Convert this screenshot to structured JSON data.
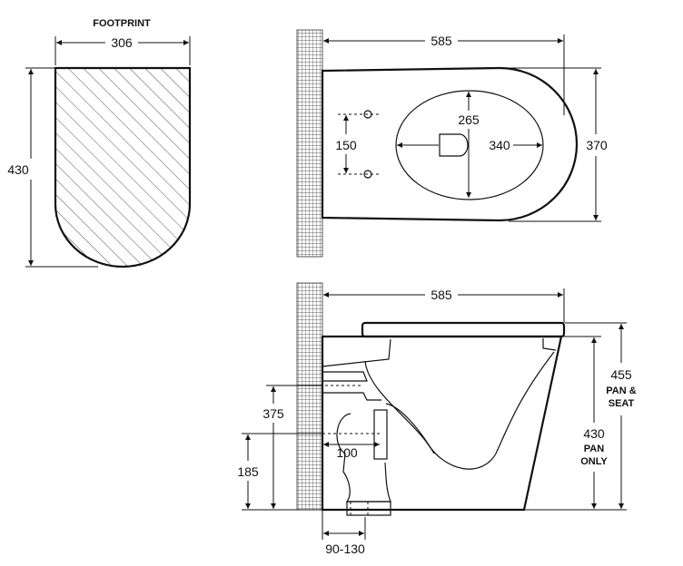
{
  "footprint": {
    "title": "FOOTPRINT",
    "width": "306",
    "depth": "430"
  },
  "plan_view": {
    "length": "585",
    "width": "370",
    "bowl_width": "340",
    "bowl_depth": "265",
    "fixing_spacing": "150"
  },
  "side_view": {
    "length": "585",
    "height_pan_seat_value": "455",
    "height_pan_seat_label_1": "PAN &",
    "height_pan_seat_label_2": "SEAT",
    "height_pan_value": "430",
    "height_pan_label_1": "PAN",
    "height_pan_label_2": "ONLY",
    "inlet_height": "375",
    "outlet_height": "185",
    "outlet_setback": "100",
    "outlet_range": "90-130"
  }
}
